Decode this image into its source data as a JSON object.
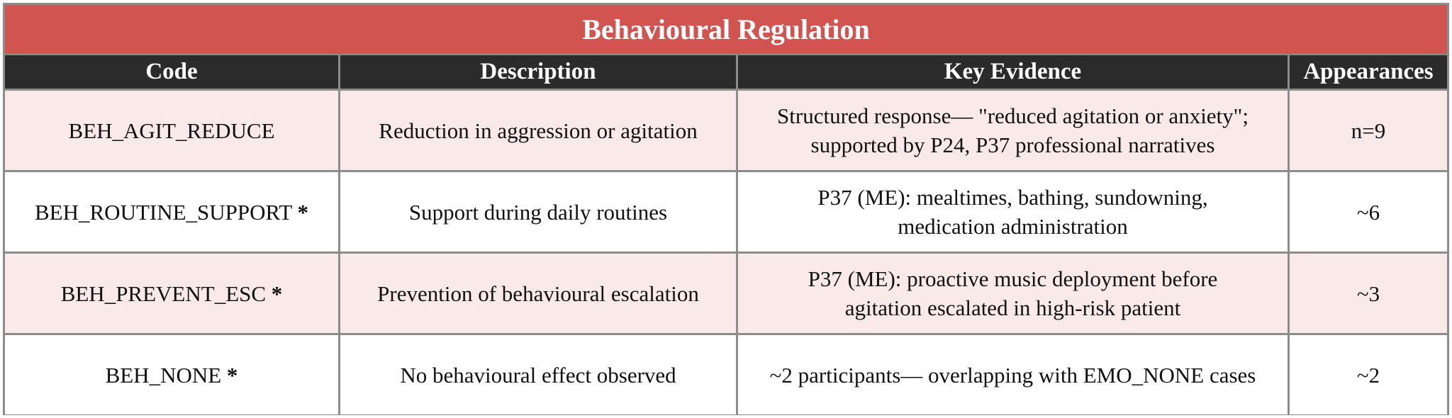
{
  "table": {
    "title": "Behavioural Regulation",
    "headers": [
      "Code",
      "Description",
      "Key Evidence",
      "Appearances"
    ],
    "rows": [
      {
        "code": "BEH_AGIT_REDUCE",
        "star": "",
        "description": "Reduction in aggression or agitation",
        "evidence_line1": "Structured response— \"reduced agitation or anxiety\";",
        "evidence_line2": "supported by P24, P37 professional narratives",
        "appearances": "n=9"
      },
      {
        "code": "BEH_ROUTINE_SUPPORT",
        "star": "*",
        "description": "Support during daily routines",
        "evidence_line1": "P37 (ME): mealtimes, bathing, sundowning,",
        "evidence_line2": "medication administration",
        "appearances": "~6"
      },
      {
        "code": "BEH_PREVENT_ESC",
        "star": "*",
        "description": "Prevention of behavioural escalation",
        "evidence_line1": "P37 (ME): proactive music deployment before",
        "evidence_line2": "agitation escalated in high-risk patient",
        "appearances": "~3"
      },
      {
        "code": "BEH_NONE",
        "star": "*",
        "description": "No behavioural effect observed",
        "evidence_line1": "~2 participants— overlapping with EMO_NONE cases",
        "evidence_line2": "",
        "appearances": "~2"
      }
    ]
  },
  "colors": {
    "title_bg": "#d15450",
    "header_bg": "#2b2b2b",
    "shaded_row": "#f9e9e8",
    "border": "#8c8c8c"
  }
}
